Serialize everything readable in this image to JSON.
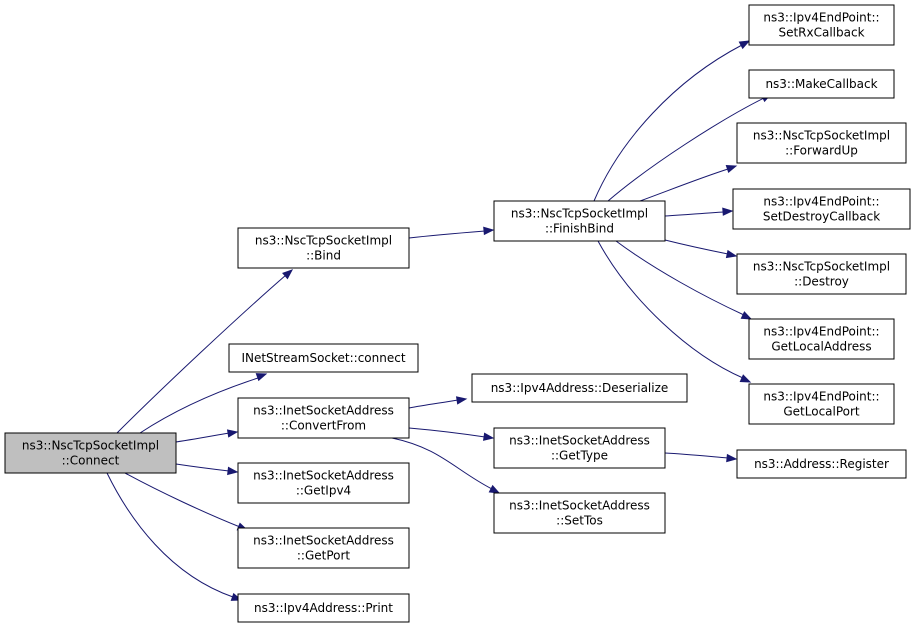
{
  "graph": {
    "nodes": [
      {
        "id": "connect",
        "lines": [
          "ns3::NscTcpSocketImpl",
          "::Connect"
        ],
        "root": true
      },
      {
        "id": "bind",
        "lines": [
          "ns3::NscTcpSocketImpl",
          "::Bind"
        ]
      },
      {
        "id": "inet_connect",
        "lines": [
          "INetStreamSocket::connect"
        ]
      },
      {
        "id": "convertfrom",
        "lines": [
          "ns3::InetSocketAddress",
          "::ConvertFrom"
        ]
      },
      {
        "id": "getipv4",
        "lines": [
          "ns3::InetSocketAddress",
          "::GetIpv4"
        ]
      },
      {
        "id": "getport",
        "lines": [
          "ns3::InetSocketAddress",
          "::GetPort"
        ]
      },
      {
        "id": "print",
        "lines": [
          "ns3::Ipv4Address::Print"
        ]
      },
      {
        "id": "finishbind",
        "lines": [
          "ns3::NscTcpSocketImpl",
          "::FinishBind"
        ]
      },
      {
        "id": "deserialize",
        "lines": [
          "ns3::Ipv4Address::Deserialize"
        ]
      },
      {
        "id": "gettype",
        "lines": [
          "ns3::InetSocketAddress",
          "::GetType"
        ]
      },
      {
        "id": "settos",
        "lines": [
          "ns3::InetSocketAddress",
          "::SetTos"
        ]
      },
      {
        "id": "setrx",
        "lines": [
          "ns3::Ipv4EndPoint::",
          "SetRxCallback"
        ]
      },
      {
        "id": "makecb",
        "lines": [
          "ns3::MakeCallback"
        ]
      },
      {
        "id": "forwardup",
        "lines": [
          "ns3::NscTcpSocketImpl",
          "::ForwardUp"
        ]
      },
      {
        "id": "setdestroy",
        "lines": [
          "ns3::Ipv4EndPoint::",
          "SetDestroyCallback"
        ]
      },
      {
        "id": "destroy",
        "lines": [
          "ns3::NscTcpSocketImpl",
          "::Destroy"
        ]
      },
      {
        "id": "getlocaladdr",
        "lines": [
          "ns3::Ipv4EndPoint::",
          "GetLocalAddress"
        ]
      },
      {
        "id": "getlocalport",
        "lines": [
          "ns3::Ipv4EndPoint::",
          "GetLocalPort"
        ]
      },
      {
        "id": "register",
        "lines": [
          "ns3::Address::Register"
        ]
      }
    ],
    "edges": [
      {
        "from": "connect",
        "to": "bind"
      },
      {
        "from": "connect",
        "to": "inet_connect"
      },
      {
        "from": "connect",
        "to": "convertfrom"
      },
      {
        "from": "connect",
        "to": "getipv4"
      },
      {
        "from": "connect",
        "to": "getport"
      },
      {
        "from": "connect",
        "to": "print"
      },
      {
        "from": "bind",
        "to": "finishbind"
      },
      {
        "from": "convertfrom",
        "to": "deserialize"
      },
      {
        "from": "convertfrom",
        "to": "gettype"
      },
      {
        "from": "convertfrom",
        "to": "settos"
      },
      {
        "from": "finishbind",
        "to": "setrx"
      },
      {
        "from": "finishbind",
        "to": "makecb"
      },
      {
        "from": "finishbind",
        "to": "forwardup"
      },
      {
        "from": "finishbind",
        "to": "setdestroy"
      },
      {
        "from": "finishbind",
        "to": "destroy"
      },
      {
        "from": "finishbind",
        "to": "getlocaladdr"
      },
      {
        "from": "finishbind",
        "to": "getlocalport"
      },
      {
        "from": "gettype",
        "to": "register"
      }
    ],
    "colors": {
      "edge": "#191970",
      "root_fill": "#bfbfbf",
      "node_fill": "#ffffff",
      "border": "#000000"
    }
  }
}
